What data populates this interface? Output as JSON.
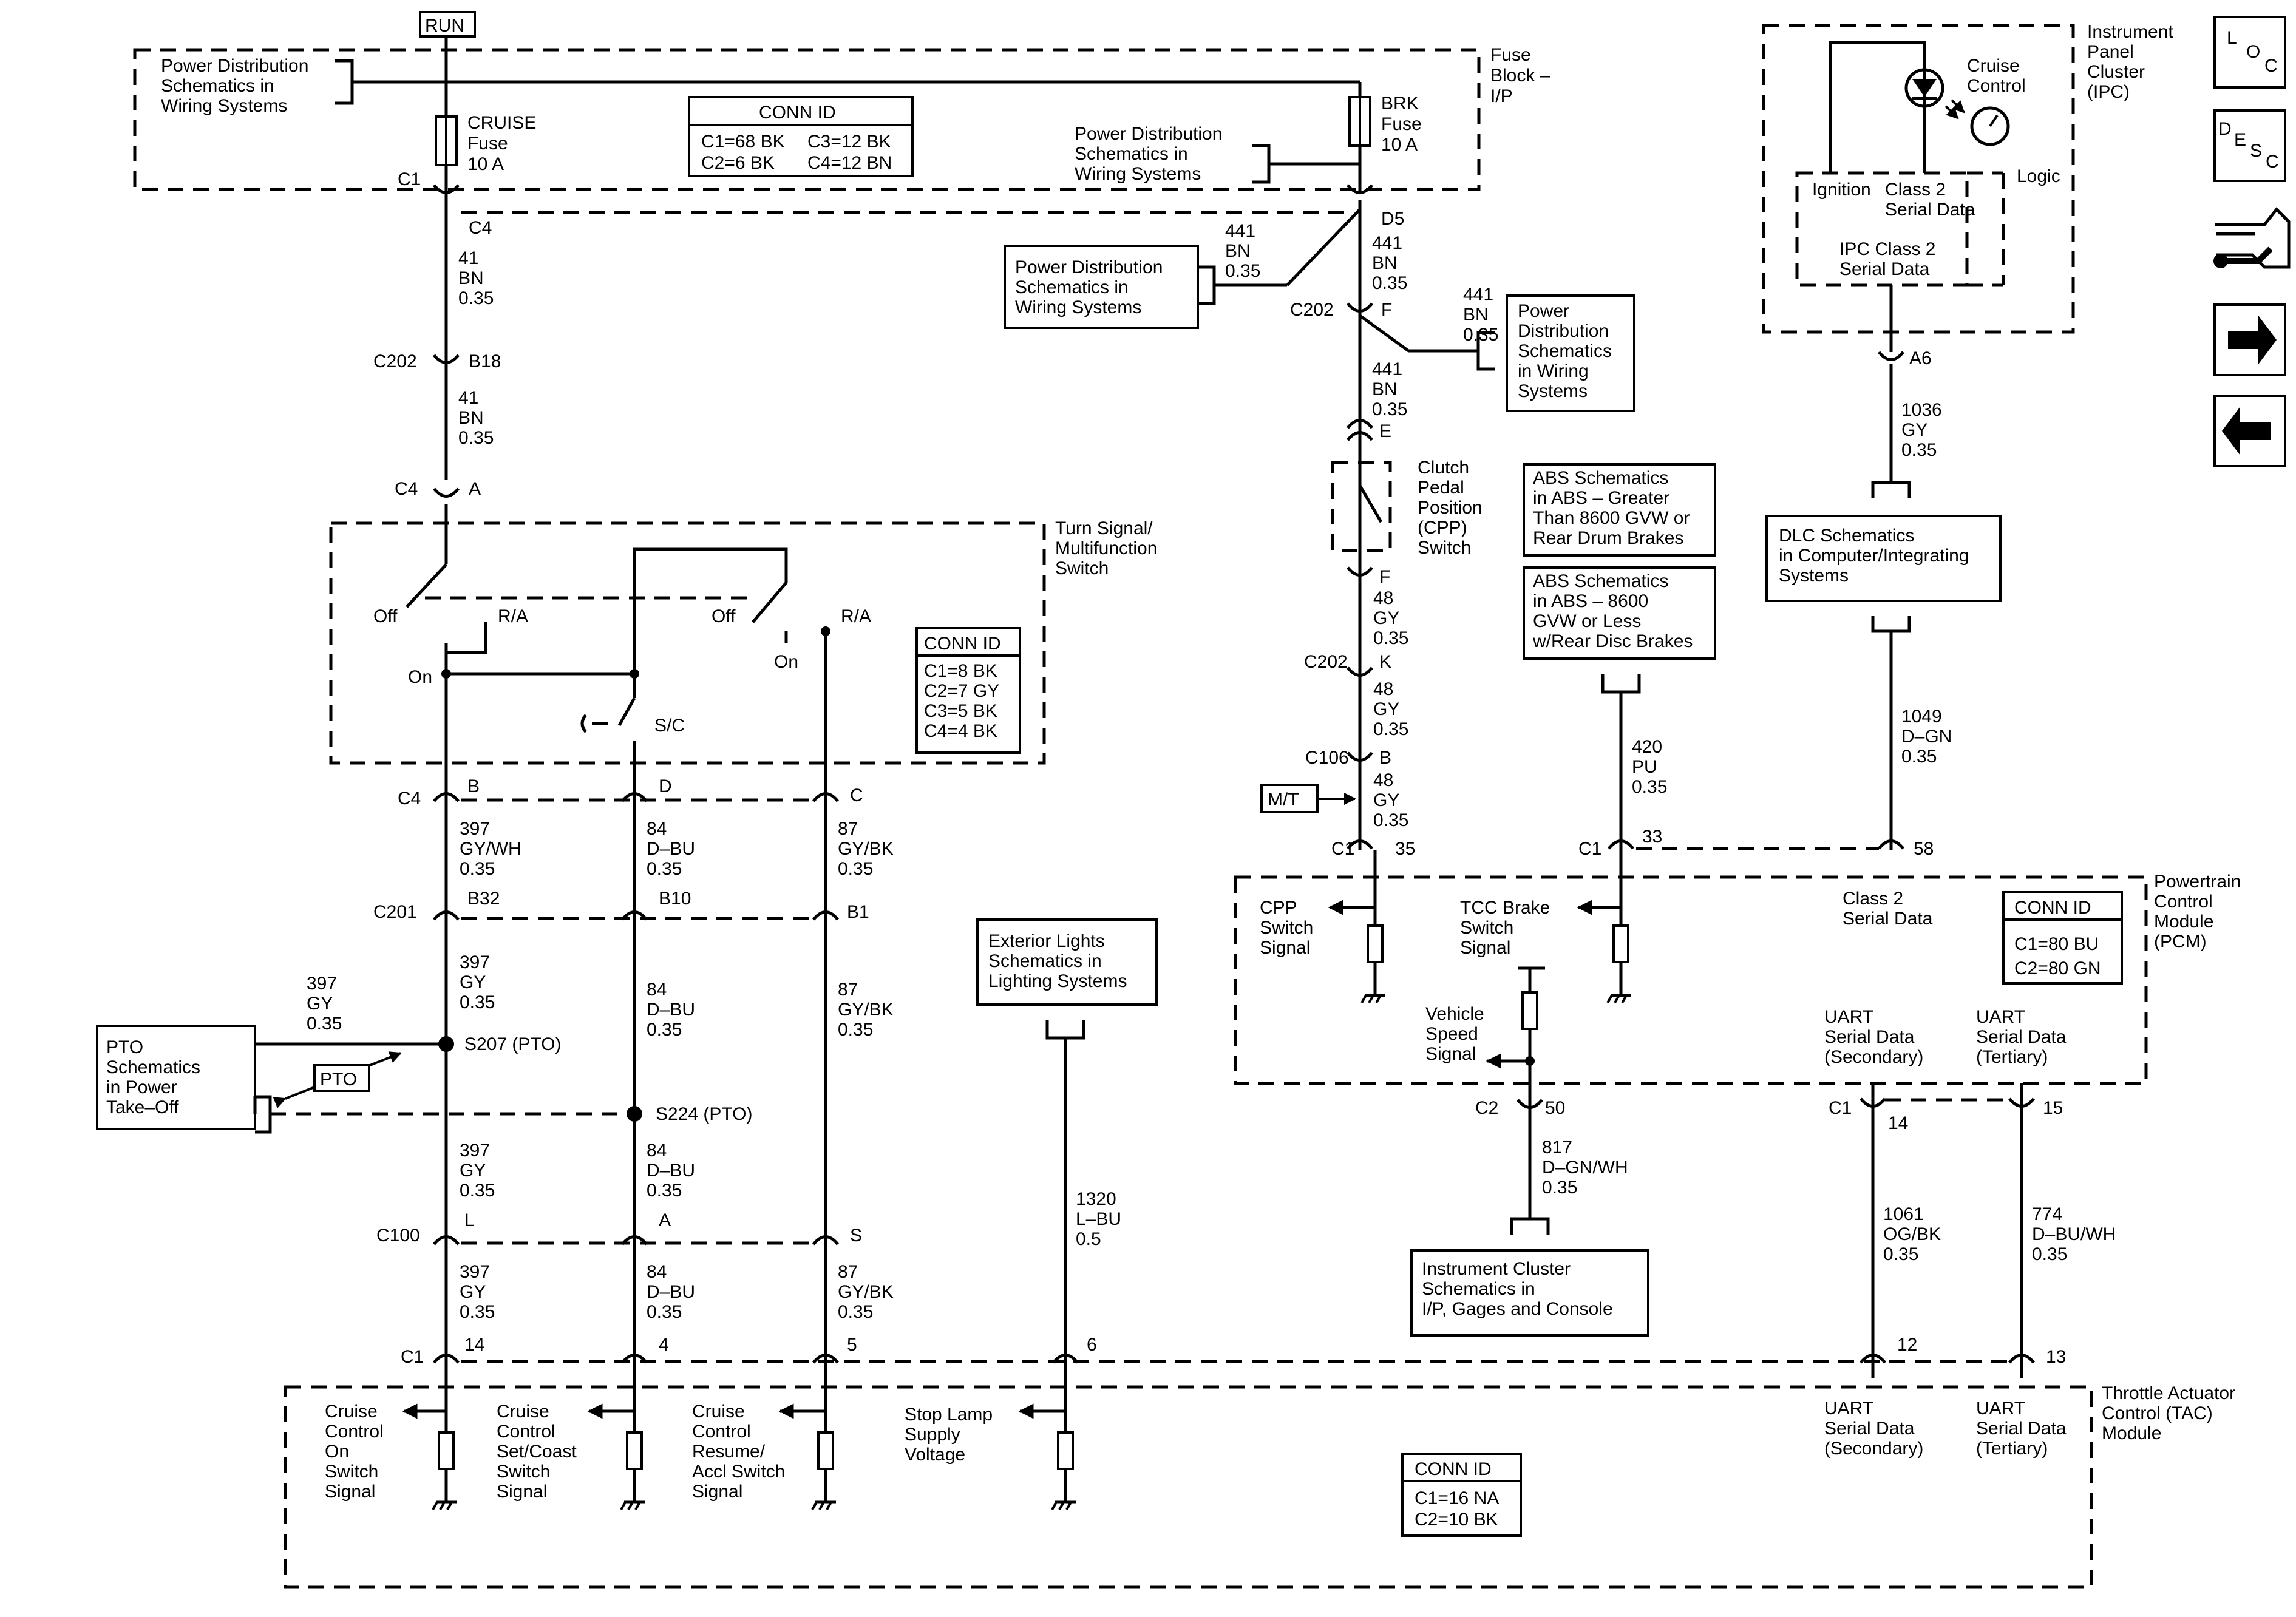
{
  "supply": {
    "run": "RUN"
  },
  "fuse_block": {
    "label": "Fuse Block – I/P",
    "pd_ref_left": "Power Distribution Schematics in Wiring Systems",
    "pd_ref_mid": "Power Distribution Schematics in Wiring Systems",
    "cruise_fuse": "CRUISE Fuse 10 A",
    "brk_fuse": "BRK Fuse 10 A",
    "conn_id": {
      "title": "CONN ID",
      "rows": [
        "C1=68 BK",
        "C3=12 BK",
        "C2=6 BK",
        "C4=12 BN"
      ]
    }
  },
  "ipc": {
    "label": "Instrument Panel Cluster (IPC)",
    "cruise_control": "Cruise Control",
    "logic": "Logic",
    "ignition": "Ignition",
    "class2": "Class 2 Serial Data",
    "ipc_class2": "IPC Class 2 Serial Data",
    "pin": "A6"
  },
  "nav": {
    "loc": "LOC",
    "desc": "DESC"
  },
  "cruise_wire": {
    "c1_c4": [
      "C1",
      "C4"
    ],
    "w41a": "41 BN 0.35",
    "c202_b18": [
      "C202",
      "B18"
    ],
    "w41b": "41 BN 0.35",
    "c4_a": [
      "C4",
      "A"
    ]
  },
  "brake_wire": {
    "d5": "D5",
    "w441_left": "441 BN 0.35",
    "w441_a": "441 BN 0.35",
    "pd_ref_left": "Power Distribution Schematics in Wiring Systems",
    "c202_f": [
      "C202",
      "F"
    ],
    "w441_right": "441 BN 0.35",
    "pd_ref_right": "Power Distribution Schematics in Wiring Systems",
    "w441_b": "441 BN 0.35",
    "e": "E",
    "cpp_switch": "Clutch Pedal Position (CPP) Switch",
    "f": "F",
    "w48a": "48 GY 0.35",
    "c202_k": [
      "C202",
      "K"
    ],
    "w48b": "48 GY 0.35",
    "c106_b": [
      "C106",
      "B"
    ],
    "mt": "M/T",
    "w48c": "48 GY 0.35",
    "c1_35": [
      "C1",
      "35"
    ]
  },
  "abs": {
    "ref1": "ABS Schematics in ABS – Greater Than 8600 GVW or Rear Drum Brakes",
    "ref2": "ABS Schematics in ABS – 8600 GVW or Less w/Rear Disc Brakes",
    "w420": "420 PU 0.35",
    "pin33": "33"
  },
  "dlc": {
    "w1036": "1036 GY 0.35",
    "ref": "DLC Schematics in Computer/Integrating Systems",
    "w1049": "1049 D–GN 0.35",
    "pin58": "58"
  },
  "turn_switch": {
    "label": "Turn Signal/ Multifunction Switch",
    "off1": "Off",
    "ra1": "R/A",
    "on1": "On",
    "sc": "S/C",
    "off2": "Off",
    "on2": "On",
    "ra2": "R/A",
    "conn_id": {
      "title": "CONN ID",
      "rows": [
        "C1=8 BK",
        "C2=7 GY",
        "C3=5 BK",
        "C4=4 BK"
      ]
    }
  },
  "harness": {
    "c4_row": [
      "C4",
      "B",
      "D",
      "C"
    ],
    "w397a": "397 GY/WH 0.35",
    "w84a": "84 D–BU 0.35",
    "w87a": "87 GY/BK 0.35",
    "c201_row": [
      "C201",
      "B32",
      "B10",
      "B1"
    ],
    "w397b": "397 GY 0.35",
    "w84b": "84 D–BU 0.35",
    "w87b": "87 GY/BK 0.35",
    "w397_pto": "397 GY 0.35",
    "pto_ref": "PTO Schematics in Power Take–Off",
    "pto": "PTO",
    "s207": "S207 (PTO)",
    "s224": "S224 (PTO)",
    "w397c": "397 GY 0.35",
    "w84c": "84 D–BU 0.35",
    "c100_row": [
      "C100",
      "L",
      "A",
      "S"
    ],
    "w397d": "397 GY 0.35",
    "w84d": "84 D–BU 0.35",
    "w87d": "87 GY/BK 0.35",
    "c1_row": [
      "C1",
      "14",
      "4",
      "5",
      "6",
      "12",
      "13"
    ]
  },
  "ext_lights": {
    "ref": "Exterior Lights Schematics in Lighting Systems",
    "w1320": "1320 L–BU 0.5"
  },
  "pcm": {
    "label": "Powertrain Control Module (PCM)",
    "cpp_signal": "CPP Switch Signal",
    "tcc_signal": "TCC Brake Switch Signal",
    "class2": "Class 2 Serial Data",
    "vss": "Vehicle Speed Signal",
    "uart_sec": "UART Serial Data (Secondary)",
    "uart_ter": "UART Serial Data (Tertiary)",
    "conn_id": {
      "title": "CONN ID",
      "rows": [
        "C1=80 BU",
        "C2=80 GN"
      ]
    },
    "c2_50": [
      "C2",
      "50"
    ],
    "c1_14": [
      "C1",
      "14"
    ],
    "pin15": "15"
  },
  "cluster": {
    "w817": "817 D–GN/WH 0.35",
    "ref": "Instrument Cluster Schematics in I/P, Gages and Console"
  },
  "uart_wires": {
    "w1061": "1061 OG/BK 0.35",
    "w774": "774 D–BU/WH 0.35"
  },
  "tac": {
    "label": "Throttle Actuator Control (TAC) Module",
    "cruise_on": "Cruise Control On Switch Signal",
    "cruise_set": "Cruise Control Set/Coast Switch Signal",
    "cruise_resume": "Cruise Control Resume/ Accl Switch Signal",
    "stop_lamp": "Stop Lamp Supply Voltage",
    "uart_sec": "UART Serial Data (Secondary)",
    "uart_ter": "UART Serial Data (Tertiary)",
    "conn_id": {
      "title": "CONN ID",
      "rows": [
        "C1=16 NA",
        "C2=10 BK"
      ]
    }
  }
}
